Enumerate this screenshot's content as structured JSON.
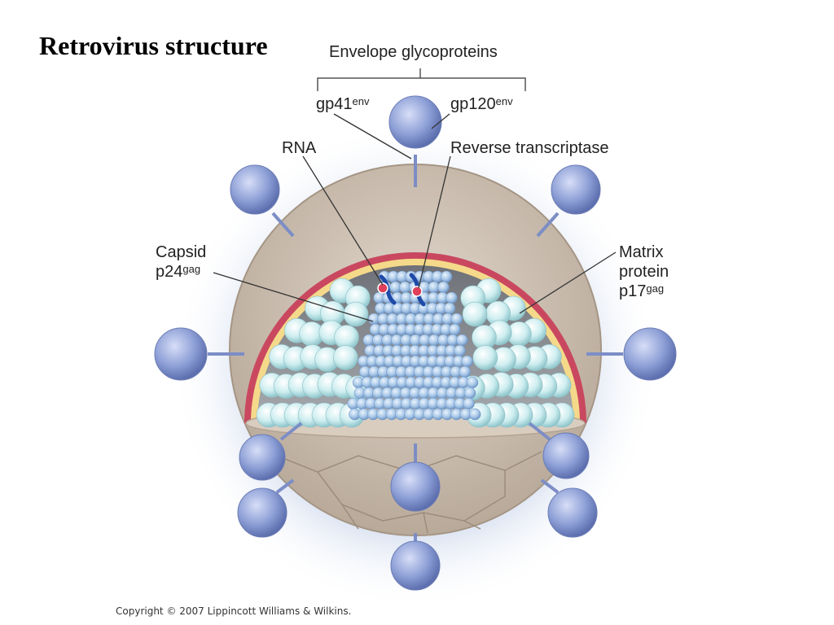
{
  "title": "Retrovirus structure",
  "labels": {
    "envelope": "Envelope glycoproteins",
    "gp41": "gp41",
    "gp41_sup": "env",
    "gp120": "gp120",
    "gp120_sup": "env",
    "rna": "RNA",
    "rt": "Reverse transcriptase",
    "capsid_line1": "Capsid",
    "capsid_line2": "p24",
    "capsid_sup": "gag",
    "matrix_line1": "Matrix",
    "matrix_line2": "protein",
    "matrix_line3": "p17",
    "matrix_sup": "gag"
  },
  "copyright": "Copyright © 2007 Lippincott Williams & Wilkins.",
  "colors": {
    "outer_shell": "#cdbfb2",
    "membrane_red": "#c94860",
    "membrane_yellow": "#f5d98a",
    "interior": "#8c8f94",
    "matrix_sphere": "#cfeef0",
    "capsid_sphere": "#a9c8e8",
    "glycoprotein": "#8d9fd6",
    "rna": "#1f4aa8",
    "rt_enzyme": "#e0405a"
  }
}
